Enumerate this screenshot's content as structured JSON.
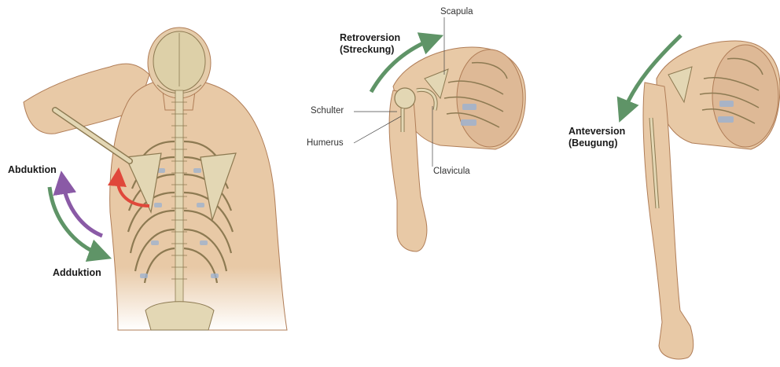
{
  "figures": {
    "back": {
      "labels": {
        "abduction": "Abduktion",
        "adduction": "Adduktion"
      },
      "arrow_colors": {
        "abduction": "#8a5aa6",
        "adduction": "#5f9467",
        "rotation": "#e0483b"
      }
    },
    "retroversion": {
      "title_line1": "Retroversion",
      "title_line2": "(Streckung)",
      "labels": {
        "scapula": "Scapula",
        "schulter": "Schulter",
        "humerus": "Humerus",
        "clavicula": "Clavicula"
      },
      "arrow_color": "#5f9467"
    },
    "anteversion": {
      "title_line1": "Anteversion",
      "title_line2": "(Beugung)",
      "arrow_color": "#5f9467"
    }
  },
  "colors": {
    "skin": "#e8c9a6",
    "skin_outline": "#b07d57",
    "bone": "#e3d7b4",
    "bone_outline": "#8d7a52",
    "cartilage": "#9fb3cf"
  }
}
